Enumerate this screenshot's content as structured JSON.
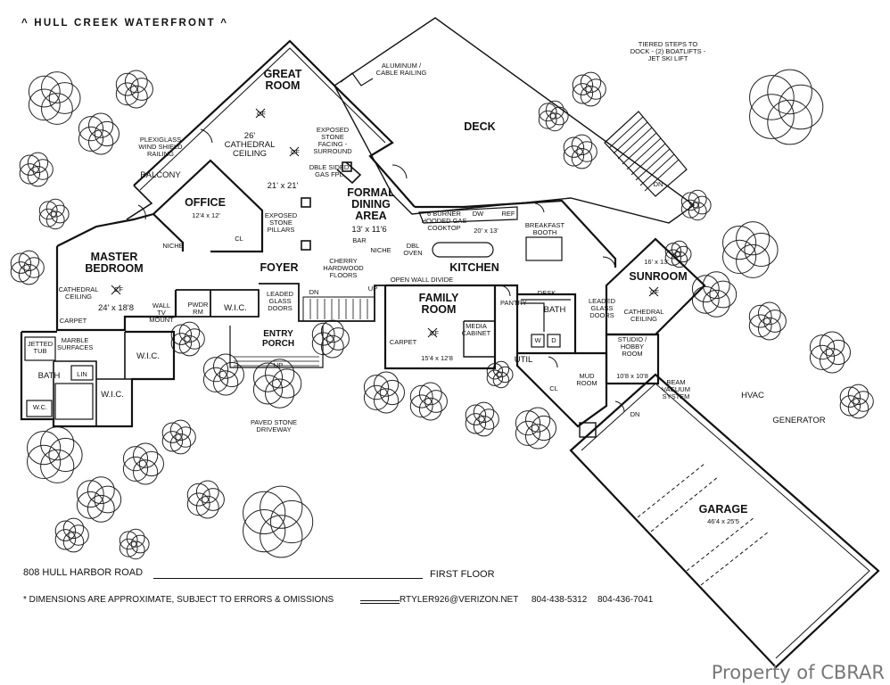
{
  "header": {
    "title": "^ HULL CREEK WATERFRONT ^"
  },
  "notes": {
    "tiered_steps": "TIERED STEPS TO\nDOCK - (2) BOATLIFTS -\nJET SKI LIFT",
    "aluminum": "ALUMINUM /\nCABLE RAILING",
    "plexiglass": "PLEXIGLASS\nWIND SHIELD\nRAILING",
    "exposed_stone": "EXPOSED\nSTONE\nFACING -\nSURROUND",
    "dble_sided": "DBLE SIDED\nGAS FPL",
    "exposed_pillars": "EXPOSED\nSTONE\nPILLARS",
    "cherry": "CHERRY\nHARDWOOD\nFLOORS",
    "open_wall": "OPEN WALL DIVIDE",
    "burner": "6 BURNER\nHOODED GAS\nCOOKTOP",
    "leaded_glass_doors": "LEADED\nGLASS\nDOORS",
    "leaded_glass_doors_2": "LEADED\nGLASS\nDOORS",
    "cathedral_master": "CATHEDRAL\nCEILING",
    "cathedral_sunroom": "CATHEDRAL\nCEILING",
    "marble": "MARBLE\nSURFACES",
    "wall_tv": "WALL\nTV\nMOUNT",
    "beam_vacuum": "BEAM\nVACUUM\nSYSTEM",
    "hvac": "HVAC",
    "generator": "GENERATOR",
    "paved": "PAVED STONE\nDRIVEWAY",
    "dn_deck": "DN",
    "dn_mud": "DN",
    "dn_foyer": "DN",
    "up_foyer": "UP",
    "up_porch": "UP"
  },
  "rooms": {
    "great_room": {
      "name": "GREAT\nROOM",
      "note": "26'\nCATHEDRAL\nCEILING",
      "dim": "21' x 21'"
    },
    "deck": {
      "name": "DECK"
    },
    "balcony": {
      "name": "BALCONY"
    },
    "office": {
      "name": "OFFICE",
      "dim": "12'4 x 12'"
    },
    "formal_dining": {
      "name": "FORMAL\nDINING\nAREA",
      "dim": "13' x 11'6"
    },
    "master_bedroom": {
      "name": "MASTER\nBEDROOM",
      "dim": "24' x 18'8"
    },
    "foyer": {
      "name": "FOYER"
    },
    "kitchen": {
      "name": "KITCHEN",
      "dim": "20' x 13'"
    },
    "breakfast": {
      "name": "BREAKFAST\nBOOTH"
    },
    "sunroom": {
      "name": "SUNROOM",
      "dim": "16' x 13'"
    },
    "family_room": {
      "name": "FAMILY\nROOM",
      "dim": "15'4 x 12'8"
    },
    "media": {
      "name": "MEDIA\nCABINET"
    },
    "pantry": {
      "name": "PANTRY"
    },
    "bath_small": {
      "name": "BATH"
    },
    "util": {
      "name": "UTIL"
    },
    "mud_room": {
      "name": "MUD\nROOM"
    },
    "studio": {
      "name": "STUDIO /\nHOBBY\nROOM",
      "dim": "10'8 x 10'8"
    },
    "garage": {
      "name": "GARAGE",
      "dim": "46'4 x 25'5"
    },
    "pwdr": {
      "name": "PWDR\nRM"
    },
    "wic1": {
      "name": "W.I.C."
    },
    "wic2": {
      "name": "W.I.C."
    },
    "wic3": {
      "name": "W.I.C."
    },
    "bath_master": {
      "name": "BATH"
    },
    "entry_porch": {
      "name": "ENTRY\nPORCH"
    },
    "jetted": {
      "name": "JETTED\nTUB"
    },
    "wc": {
      "name": "W.C."
    },
    "lin": {
      "name": "LIN"
    }
  },
  "fixtures": {
    "cf_great": "CF",
    "cf_great2": "CF",
    "cf_master": "CF",
    "cf_family": "CF",
    "cf_sunroom": "CF",
    "cl_office": "CL",
    "cl_mud": "CL",
    "niche_office": "NICHE",
    "niche_kitchen": "NICHE",
    "bar": "BAR",
    "dbl_oven": "DBL\nOVEN",
    "dw": "DW",
    "ref": "REF",
    "desk": "DESK",
    "w": "W",
    "d": "D",
    "carpet_master": "CARPET",
    "carpet_family": "CARPET"
  },
  "footer": {
    "address": "808 HULL HARBOR ROAD",
    "floor": "FIRST FLOOR",
    "disclaimer": "* DIMENSIONS ARE APPROXIMATE, SUBJECT TO ERRORS & OMISSIONS",
    "email": "RTYLER926@VERIZON.NET",
    "phone1": "804-438-5312",
    "phone2": "804-436-7041"
  },
  "watermark": "Property of CBRAR"
}
